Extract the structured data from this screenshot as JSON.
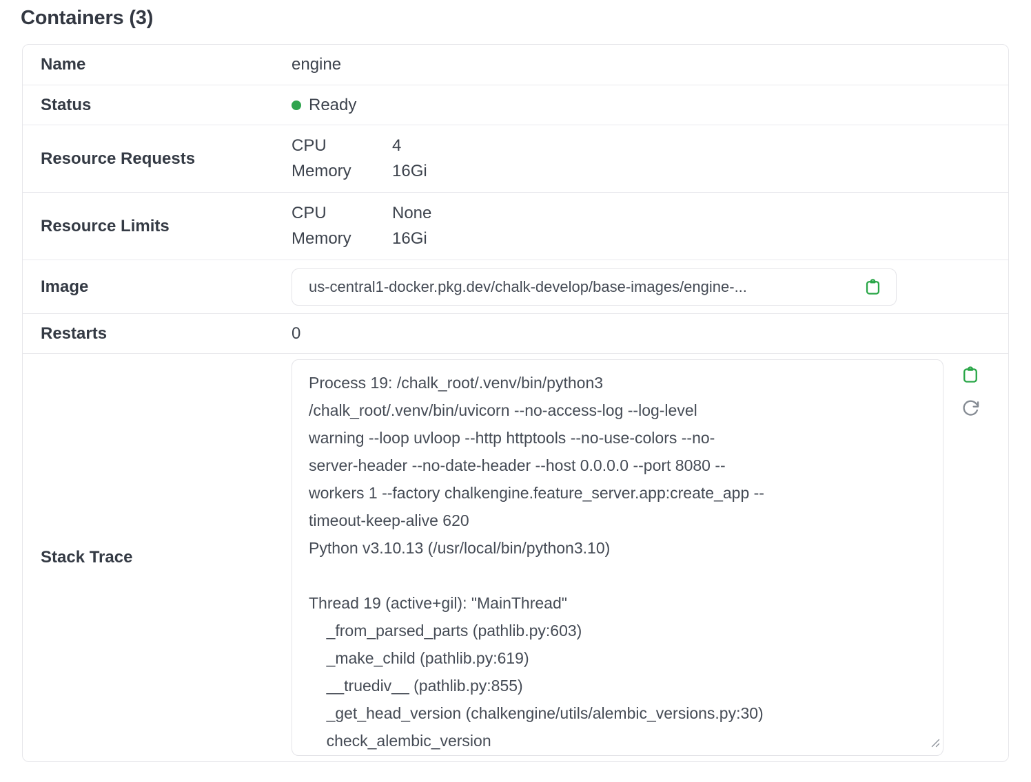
{
  "page": {
    "title": "Containers (3)"
  },
  "table": {
    "rows": {
      "name": {
        "label": "Name",
        "value": "engine"
      },
      "status": {
        "label": "Status",
        "value": "Ready"
      },
      "resource_requests": {
        "label": "Resource Requests",
        "entries": [
          {
            "key": "CPU",
            "value": "4"
          },
          {
            "key": "Memory",
            "value": "16Gi"
          }
        ]
      },
      "resource_limits": {
        "label": "Resource Limits",
        "entries": [
          {
            "key": "CPU",
            "value": "None"
          },
          {
            "key": "Memory",
            "value": "16Gi"
          }
        ]
      },
      "image": {
        "label": "Image",
        "value": "us-central1-docker.pkg.dev/chalk-develop/base-images/engine-..."
      },
      "restarts": {
        "label": "Restarts",
        "value": "0"
      },
      "stack_trace": {
        "label": "Stack Trace",
        "text": "Process 19: /chalk_root/.venv/bin/python3\n/chalk_root/.venv/bin/uvicorn --no-access-log --log-level\nwarning --loop uvloop --http httptools --no-use-colors --no-\nserver-header --no-date-header --host 0.0.0.0 --port 8080 --\nworkers 1 --factory chalkengine.feature_server.app:create_app --\ntimeout-keep-alive 620\nPython v3.10.13 (/usr/local/bin/python3.10)\n\nThread 19 (active+gil): \"MainThread\"\n    _from_parsed_parts (pathlib.py:603)\n    _make_child (pathlib.py:619)\n    __truediv__ (pathlib.py:855)\n    _get_head_version (chalkengine/utils/alembic_versions.py:30)\n    check_alembic_version"
      }
    }
  },
  "icons": {
    "image_copy": "clipboard-icon",
    "trace_copy": "clipboard-icon",
    "trace_refresh": "refresh-icon",
    "status_dot": "status-dot-icon"
  },
  "colors": {
    "status_green": "#2fa44e",
    "icon_green": "#29a647",
    "icon_gray": "#858b93",
    "border": "#e6e6ea",
    "label_text": "#343a44",
    "value_text": "#3d434d"
  }
}
